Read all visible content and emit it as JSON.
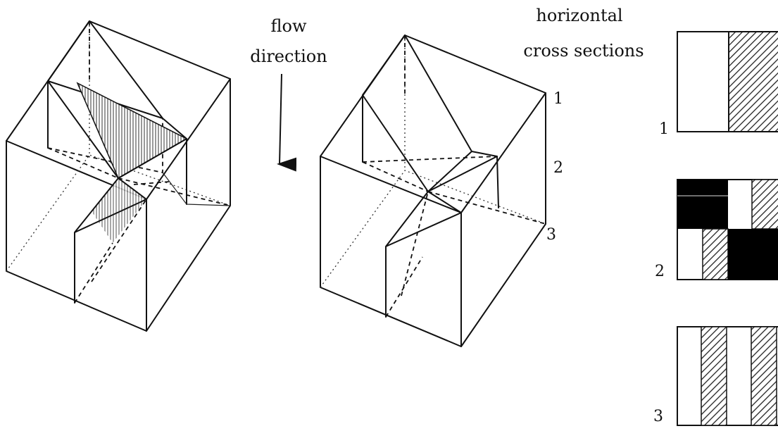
{
  "labels": {
    "flow_direction_line1": "flow",
    "flow_direction_line2": "direction",
    "cross_sections_line1": "horizontal",
    "cross_sections_line2": "cross sections",
    "level_1": "1",
    "level_2": "2",
    "level_3": "3"
  },
  "cross_sections": [
    {
      "label": "1"
    },
    {
      "label": "2"
    },
    {
      "label": "3"
    }
  ],
  "colors": {
    "ink": "#111111",
    "hatch": "#222222",
    "solid_fill": "#000000",
    "background": "#ffffff"
  }
}
